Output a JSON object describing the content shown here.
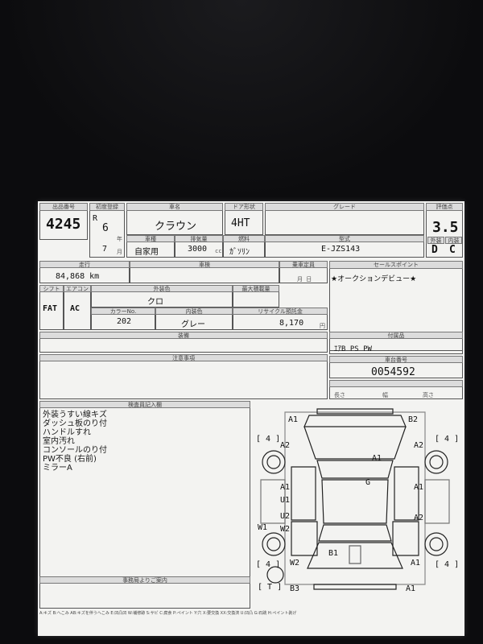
{
  "sheet": {
    "labels": {
      "lot_no": "出品番号",
      "first_reg": "初度登録",
      "car_name": "車名",
      "door_shape": "ドア形状",
      "grade": "グレード",
      "score": "評価点",
      "car_type": "車種",
      "displacement": "排気量",
      "fuel": "燃料",
      "model": "型式",
      "exterior": "外装",
      "interior": "内装",
      "mileage": "走行",
      "inspection": "車検",
      "capacity": "乗車定員",
      "max_load": "最大積載量",
      "sales_point": "セールスポイント",
      "shift": "シフト",
      "aircon": "エアコン",
      "ext_color": "外装色",
      "color_no": "カラーNo.",
      "int_color": "内装色",
      "recycle": "リサイクル預託金",
      "equipment": "装備",
      "accessories": "付属品",
      "notes": "注意事項",
      "serial_no": "車台番号",
      "length": "長さ",
      "width": "幅",
      "height": "高さ",
      "inspector_notes": "検査員記入欄",
      "lane_notice": "事務局よりご案内"
    },
    "lot_number": "4245",
    "era": "R",
    "year": "6",
    "month": "7",
    "year_unit": "年",
    "month_unit": "月",
    "car_name": "クラウン",
    "door_shape": "4HT",
    "grade": "",
    "score": "3.5",
    "exterior_grade": "D",
    "interior_grade": "C",
    "car_type": "自家用",
    "displacement": "3000",
    "displacement_unit": "cc",
    "fuel": "ｶﾞｿﾘﾝ",
    "model": "E-JZS143",
    "mileage": "84,868 km",
    "inspection_date": "月 日",
    "sales_point": "★オークションデビュー★",
    "shift": "FAT",
    "aircon": "AC",
    "ext_color": "クロ",
    "color_no": "202",
    "int_color": "グレー",
    "recycle_amount": "8,170",
    "recycle_unit": "円",
    "equipment_list": "ｴｱB PS PW",
    "serial_number": "0054592",
    "inspector_notes": [
      "外装うすい線キズ",
      "ダッシュ板のり付",
      "ハンドルすれ",
      "室内汚れ",
      "コンソールのり付",
      "PW不良 (右前)",
      "ミラーA"
    ],
    "diagram_marks": [
      "A1",
      "B2",
      "A2",
      "A2",
      "A1",
      "G",
      "A1",
      "A1",
      "U1",
      "U2",
      "W1",
      "W2",
      "A2",
      "B1",
      "W2",
      "A1",
      "B3",
      "A1"
    ],
    "side_marks": [
      "[ 4 ]",
      "[ 4 ]",
      "[ 4 ]",
      "[ 4 ]",
      "[ T ]"
    ],
    "footer": "A:キズ B:へこみ AB:キズを伴うへこみ E:凹凸凹 W:補修跡 S:サビ C:腐食 P:ペイント Y:穴 X:要交換 XX:交換済 U:凹凸 G:石跳 H:ペイント剥げ"
  },
  "colors": {
    "page": "#f3f3f1",
    "label_bg": "#dcdcdc",
    "outer": "#0c0c0e"
  }
}
